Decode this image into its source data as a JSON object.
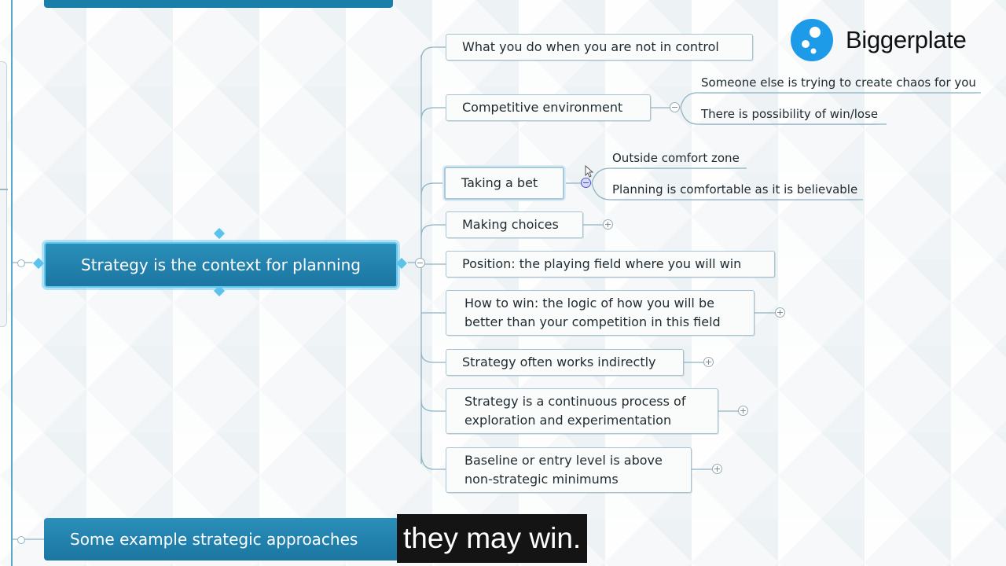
{
  "brand": {
    "name": "Biggerplate"
  },
  "central_topic": "Strategy is the context for planning",
  "branches": [
    {
      "label": "What you do when you are not in control",
      "expander": ""
    },
    {
      "label": "Competitive environment",
      "expander": "−",
      "children": [
        "Someone else is trying to create chaos for you",
        "There is possibility of win/lose"
      ]
    },
    {
      "label": "Taking a bet",
      "expander": "−",
      "children": [
        "Outside comfort zone",
        "Planning is comfortable as it is believable"
      ]
    },
    {
      "label": "Making choices",
      "expander": "+"
    },
    {
      "label": "Position: the playing field where you will win",
      "expander": ""
    },
    {
      "label": "How to win: the logic of how you will be better than your competition in this field",
      "line1": "How to win: the logic of how you will be",
      "line2": "better than your competition in this field",
      "expander": "+"
    },
    {
      "label": "Strategy often works indirectly",
      "expander": "+"
    },
    {
      "label": "Strategy is a continuous process of exploration and experimentation",
      "line1": "Strategy is a continuous process of",
      "line2": "exploration and experimentation",
      "expander": "+"
    },
    {
      "label": "Baseline or entry level is above non-strategic minimums",
      "line1": "Baseline or entry level is above",
      "line2": "non-strategic minimums",
      "expander": "+"
    }
  ],
  "next_topic": "Some example strategic approaches",
  "central_expander": "−",
  "subtitle": "they may win.",
  "colors": {
    "topic": "#1b76a1",
    "accent": "#62c6ee",
    "logo": "#1e9be8"
  }
}
